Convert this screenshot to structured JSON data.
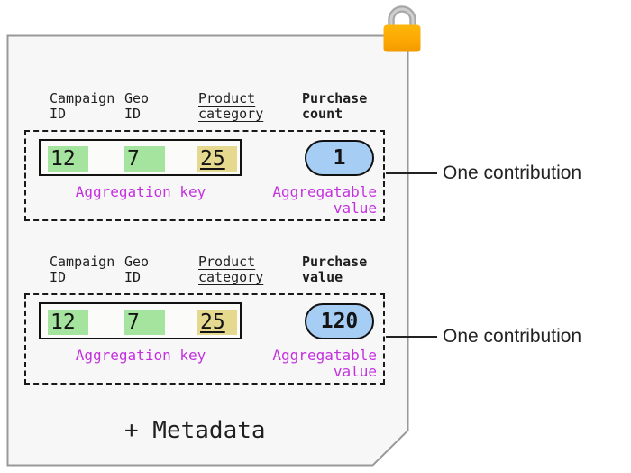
{
  "colors": {
    "card_bg": "#f7f7f7",
    "card_border": "#999999",
    "key_cell_green": "#a5e49e",
    "key_cell_yellow": "#e5d98f",
    "value_pill_blue": "#a6cdf3",
    "annotation_magenta": "#c430e0",
    "lock_body_orange": "#ffaa00",
    "lock_shackle_gray": "#b3b3b3"
  },
  "icons": {
    "padlock": "padlock-icon"
  },
  "contributions": [
    {
      "headers": [
        {
          "line1": "Campaign",
          "line2": "ID"
        },
        {
          "line1": "Geo",
          "line2": "ID"
        },
        {
          "line1": "Product",
          "line2": "category"
        },
        {
          "line1": "Purchase",
          "line2": "count"
        }
      ],
      "key_cells": [
        "12",
        "7",
        "25"
      ],
      "aggregation_key_label": "Aggregation key",
      "aggregatable_value": "1",
      "aggregatable_value_label_line1": "Aggregatable",
      "aggregatable_value_label_line2": "value",
      "callout": "One contribution"
    },
    {
      "headers": [
        {
          "line1": "Campaign",
          "line2": "ID"
        },
        {
          "line1": "Geo",
          "line2": "ID"
        },
        {
          "line1": "Product",
          "line2": "category"
        },
        {
          "line1": "Purchase",
          "line2": "value"
        }
      ],
      "key_cells": [
        "12",
        "7",
        "25"
      ],
      "aggregation_key_label": "Aggregation key",
      "aggregatable_value": "120",
      "aggregatable_value_label_line1": "Aggregatable",
      "aggregatable_value_label_line2": "value",
      "callout": "One contribution"
    }
  ],
  "footer": {
    "metadata_label": "+ Metadata"
  }
}
